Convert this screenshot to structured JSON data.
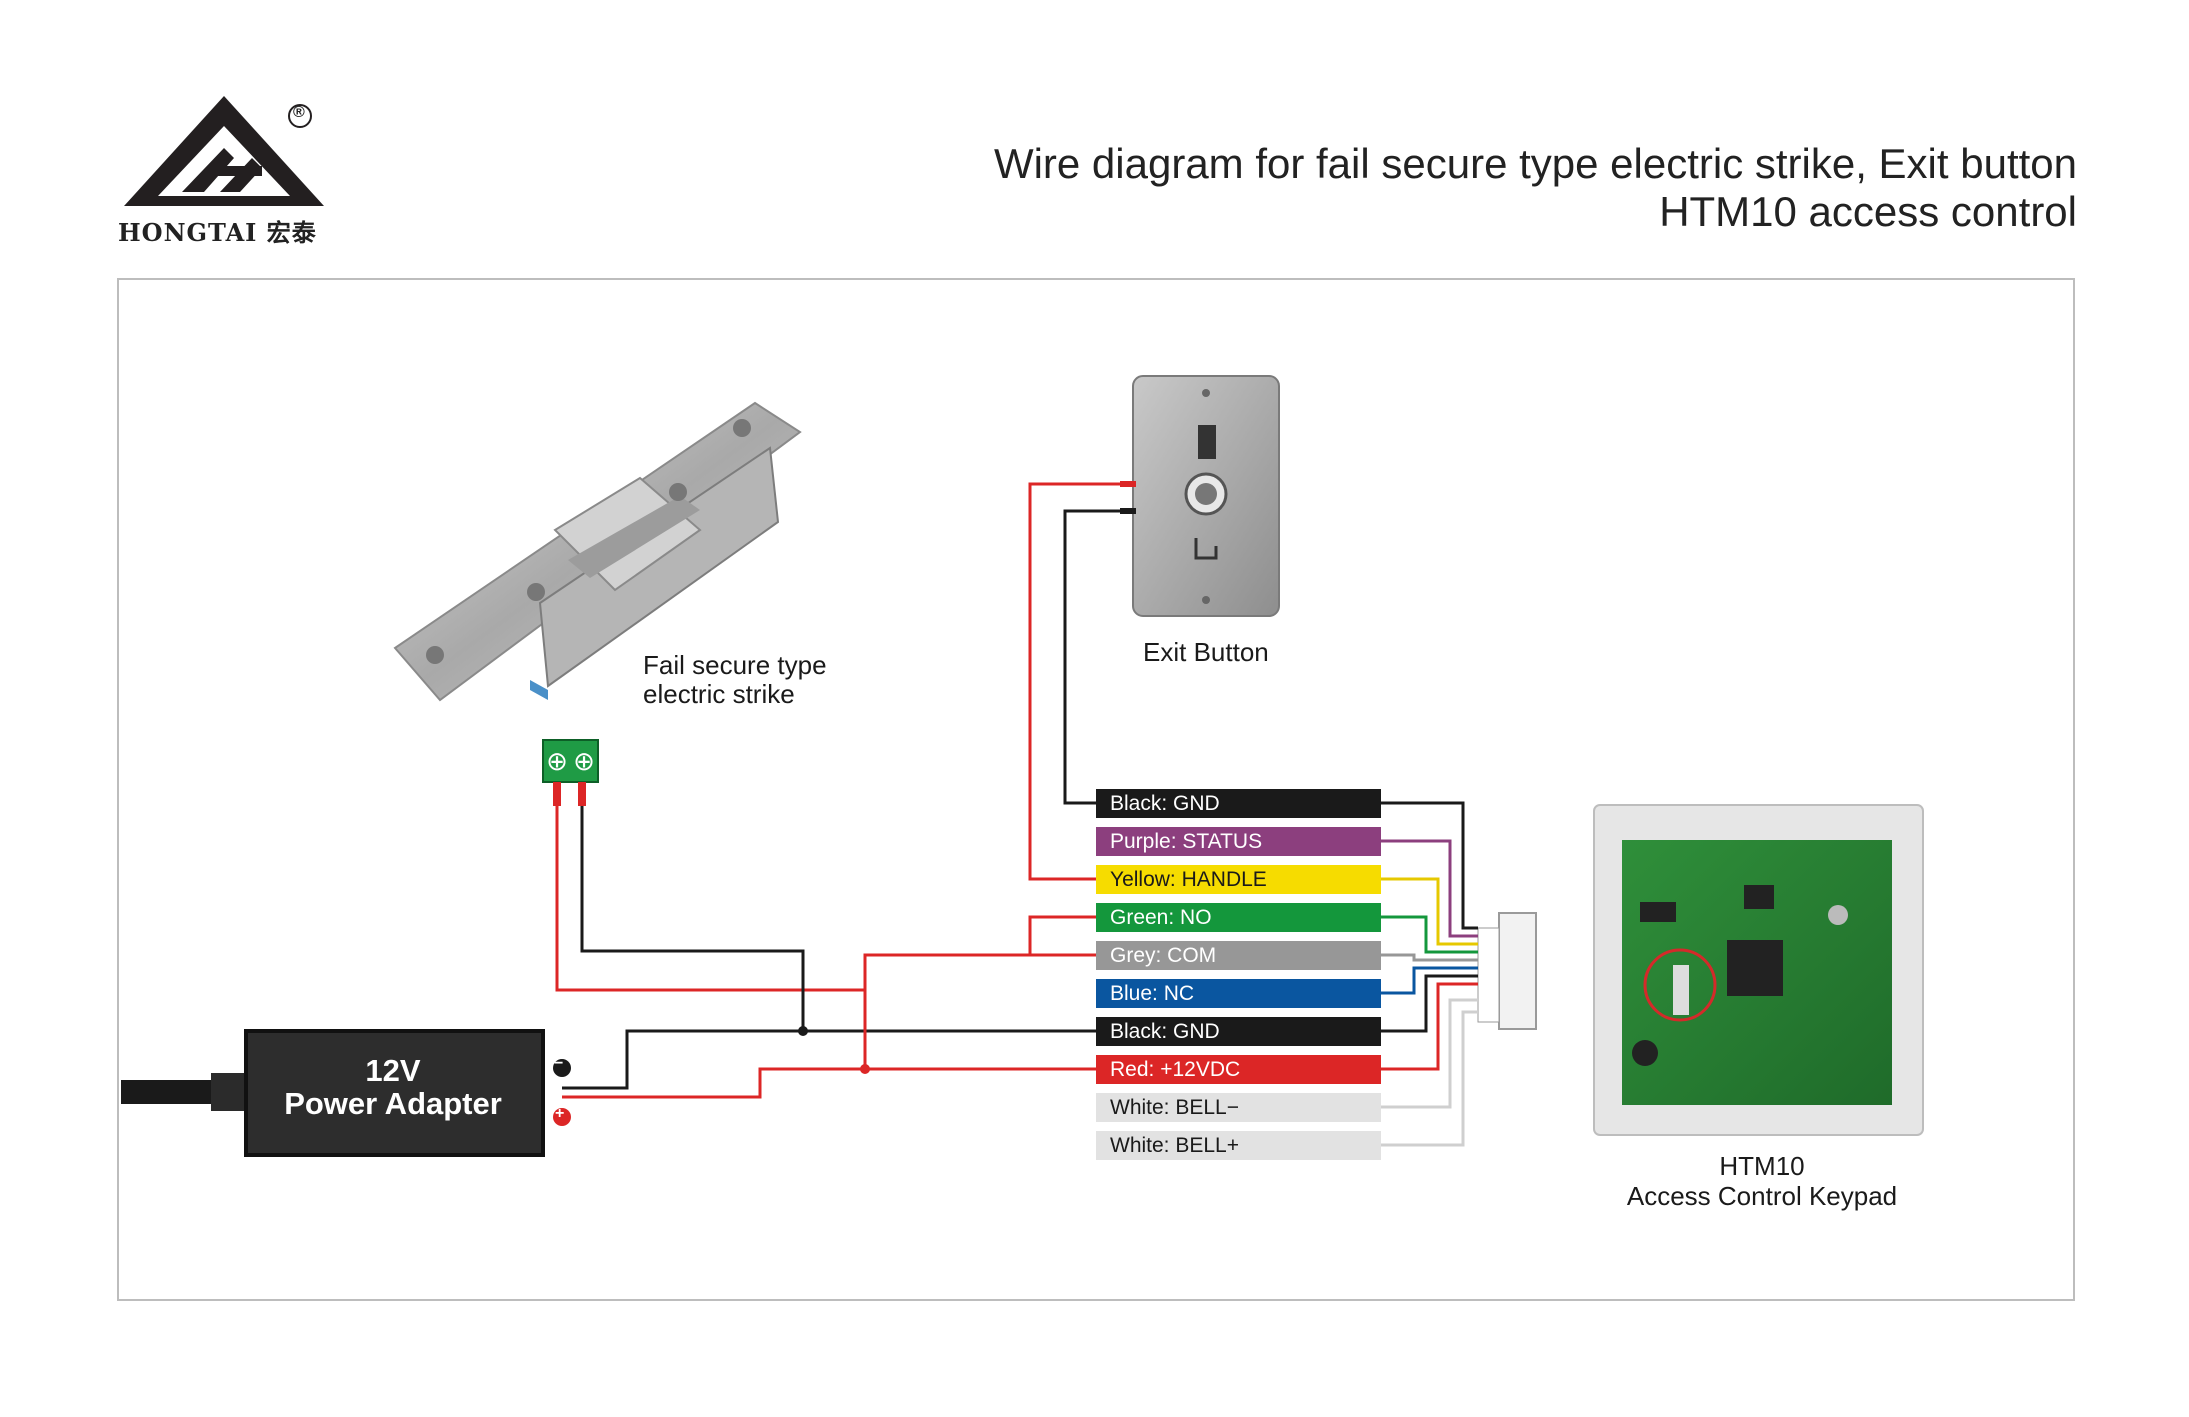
{
  "brand": {
    "name": "HONGTAI 宏泰",
    "registered_mark": "®"
  },
  "title": {
    "line1": "Wire diagram for fail secure type electric strike, Exit button",
    "line2": "HTM10 access control"
  },
  "strike": {
    "label_line1": "Fail secure type",
    "label_line2": "electric strike"
  },
  "exit_button": {
    "label": "Exit Button"
  },
  "power_adapter": {
    "line1": "12V",
    "line2": "Power Adapter",
    "neg_symbol": "−",
    "pos_symbol": "+"
  },
  "keypad": {
    "line1": "HTM10",
    "line2": "Access Control Keypad"
  },
  "wires": [
    {
      "label": "Black: GND",
      "color": "#1a1a1a",
      "text_color": "#ffffff"
    },
    {
      "label": "Purple: STATUS",
      "color": "#8c3f7e",
      "text_color": "#ffffff"
    },
    {
      "label": "Yellow: HANDLE",
      "color": "#f6dc00",
      "text_color": "#1a1a1a"
    },
    {
      "label": "Green: NO",
      "color": "#14973c",
      "text_color": "#ffffff"
    },
    {
      "label": "Grey: COM",
      "color": "#979797",
      "text_color": "#ffffff"
    },
    {
      "label": "Blue: NC",
      "color": "#0a56a0",
      "text_color": "#ffffff"
    },
    {
      "label": "Black: GND",
      "color": "#1a1a1a",
      "text_color": "#ffffff"
    },
    {
      "label": "Red: +12VDC",
      "color": "#dc2626",
      "text_color": "#ffffff"
    },
    {
      "label": "White: BELL−",
      "color": "#e2e2e2",
      "text_color": "#1a1a1a"
    },
    {
      "label": "White: BELL+",
      "color": "#e2e2e2",
      "text_color": "#1a1a1a"
    }
  ]
}
